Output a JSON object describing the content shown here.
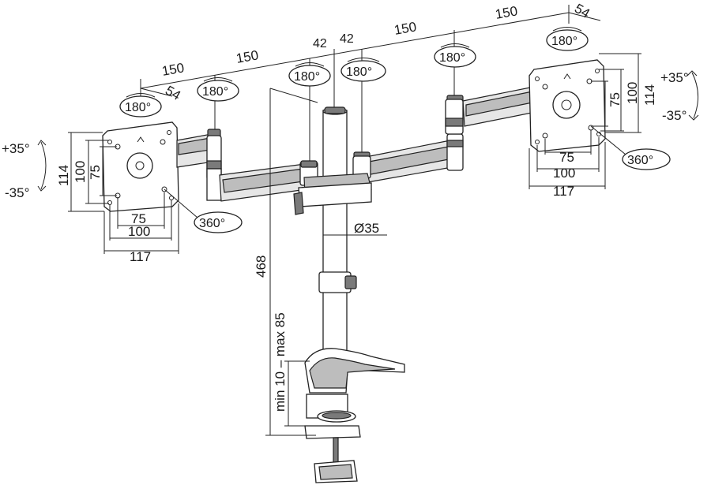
{
  "labels": {
    "top_150_left": "150",
    "top_150_mid_left": "150",
    "top_150_mid_right": "150",
    "top_150_right": "150",
    "top_54_left": "54",
    "top_54_right": "54",
    "top_42_a": "42",
    "top_42_b": "42",
    "rot_180_left_plate": "180°",
    "rot_180_left_arm": "180°",
    "rot_180_center_a": "180°",
    "rot_180_center_b": "180°",
    "rot_180_right_arm": "180°",
    "rot_180_right_plate": "180°",
    "rot_360_left": "360°",
    "rot_360_right": "360°",
    "tilt_plus_left": "+35°",
    "tilt_minus_left": "-35°",
    "tilt_plus_right": "+35°",
    "tilt_minus_right": "-35°",
    "left_v_114": "114",
    "left_v_100": "100",
    "left_v_75": "75",
    "left_h_75": "75",
    "left_h_100": "100",
    "left_h_117": "117",
    "right_v_114": "114",
    "right_v_100": "100",
    "right_v_75": "75",
    "right_h_75": "75",
    "right_h_100": "100",
    "right_h_117": "117",
    "pole_diameter": "Ø35",
    "height_468": "468",
    "clamp_range": "min 10 – max 85"
  }
}
